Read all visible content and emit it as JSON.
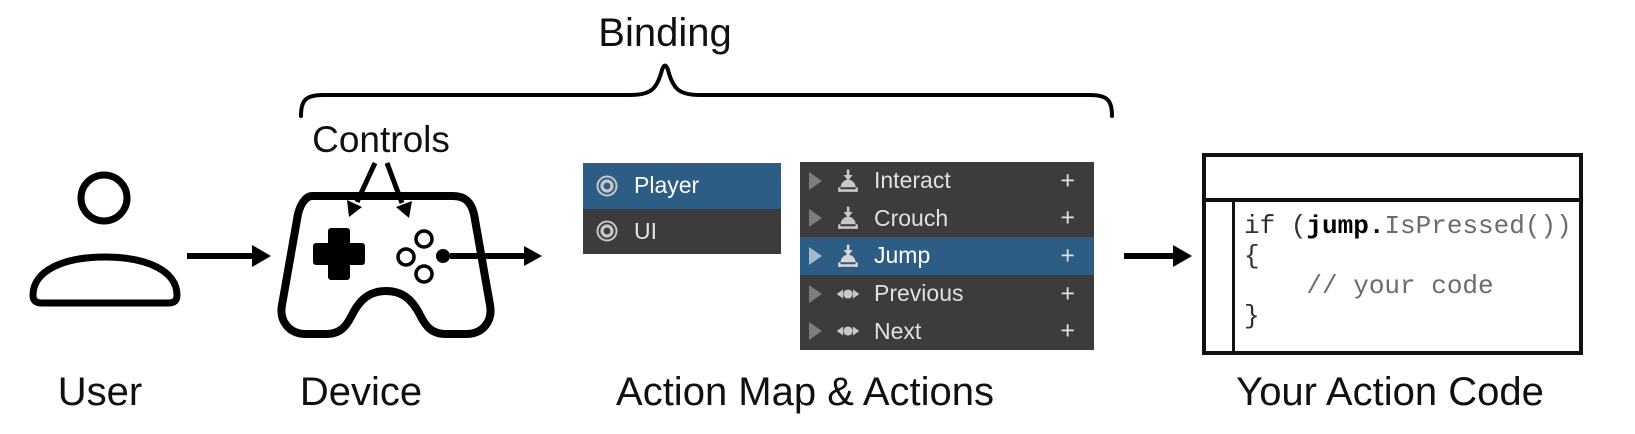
{
  "labels": {
    "binding": "Binding",
    "controls": "Controls",
    "user": "User",
    "device": "Device",
    "action_map": "Action Map & Actions",
    "action_code": "Your Action Code"
  },
  "action_maps_panel": {
    "items": [
      {
        "label": "Player",
        "selected": true
      },
      {
        "label": "UI",
        "selected": false
      }
    ]
  },
  "actions_panel": {
    "add_button": "+",
    "items": [
      {
        "label": "Interact",
        "icon": "button-press-icon",
        "selected": false
      },
      {
        "label": "Crouch",
        "icon": "button-press-icon",
        "selected": false
      },
      {
        "label": "Jump",
        "icon": "button-press-icon",
        "selected": true
      },
      {
        "label": "Previous",
        "icon": "axis-icon",
        "selected": false
      },
      {
        "label": "Next",
        "icon": "axis-icon",
        "selected": false
      }
    ]
  },
  "code_panel": {
    "line1": {
      "prefix": "if (",
      "variable": "jump.",
      "suffix": "IsPressed())"
    },
    "line2": "{",
    "line3": "    // your code",
    "line4": "}"
  },
  "colors": {
    "selection_blue": "#2d5c85",
    "panel_dark": "#3c3c3c",
    "row_text": "#e0e0e0",
    "selected_text": "#ffffff",
    "icon_gray": "#c6c6c6",
    "code_muted": "#6b6b6b",
    "code_dark": "#2f2f2f"
  }
}
